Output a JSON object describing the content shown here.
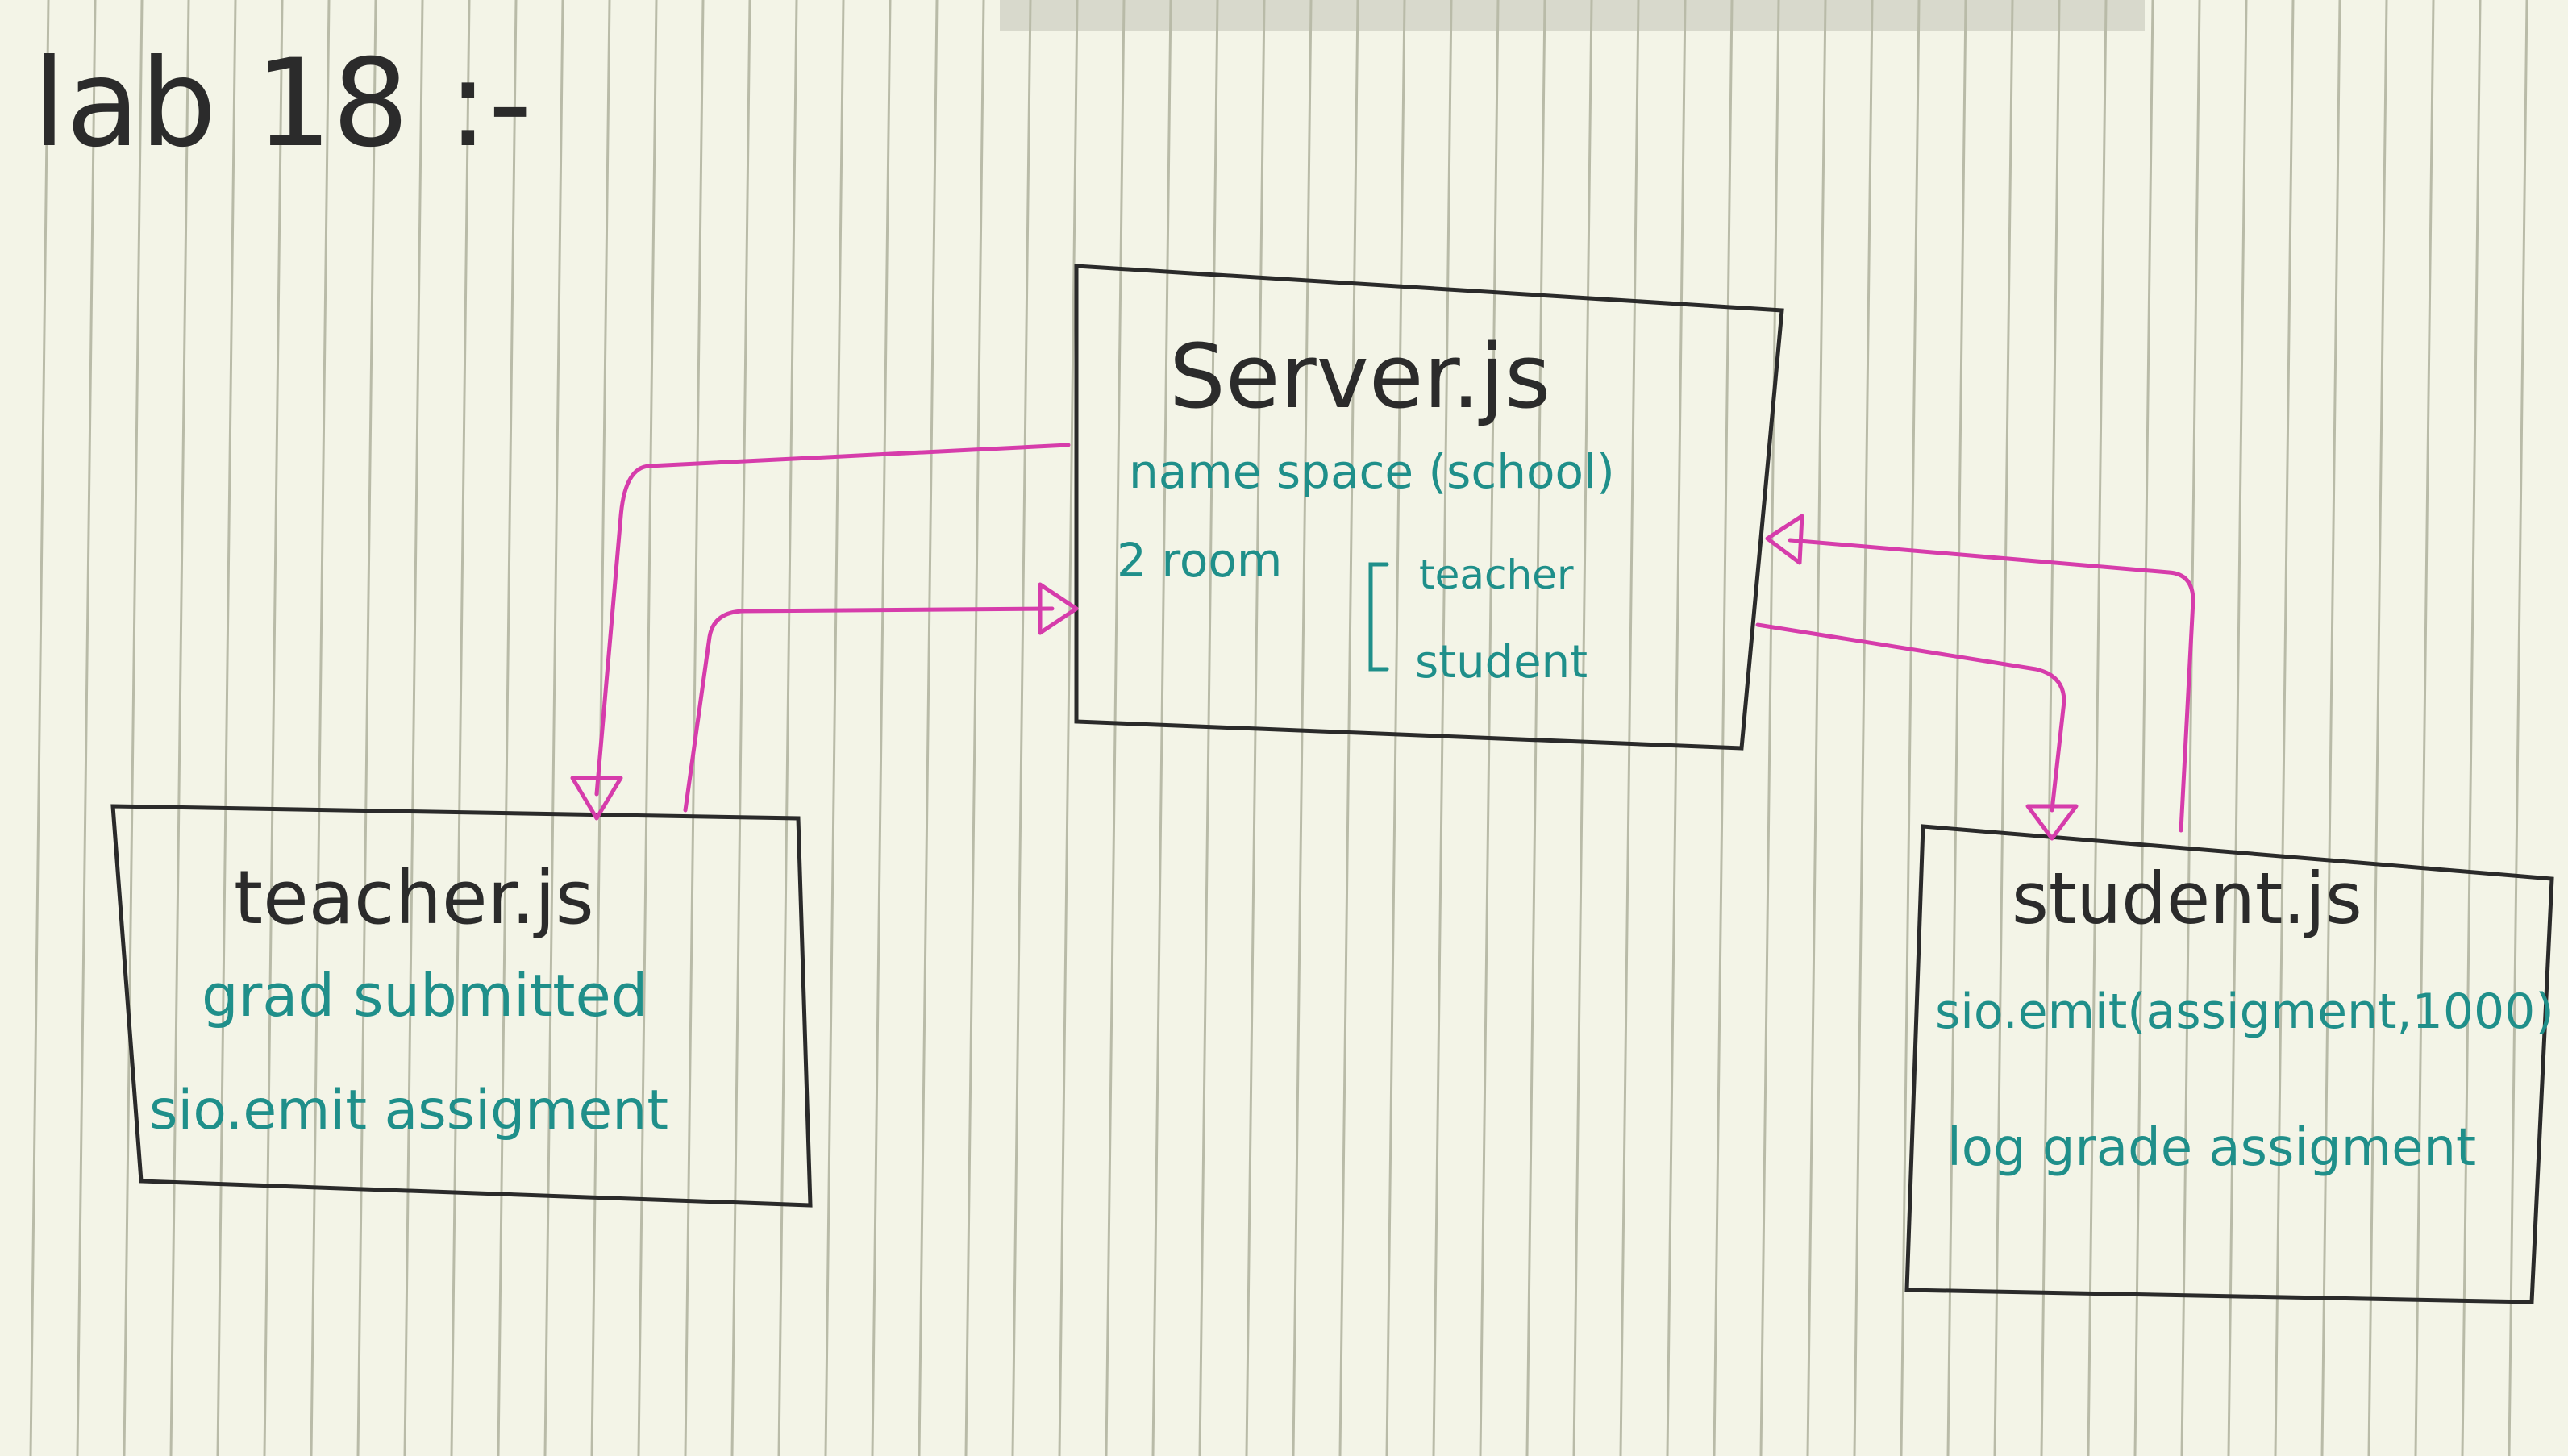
{
  "page_title": "lab 18 :-",
  "nodes": {
    "server": {
      "title": "Server.js",
      "namespace": "name space (school)",
      "rooms_label": "2 room",
      "rooms": [
        "teacher",
        "student"
      ]
    },
    "teacher": {
      "title": "teacher.js",
      "lines": [
        "grad submitted",
        "sio.emit assigment"
      ]
    },
    "student": {
      "title": "student.js",
      "lines": [
        "sio.emit(assigment,1000)",
        "log grade assigment"
      ]
    }
  },
  "colors": {
    "paper": "#f3f4e7",
    "ink_black": "#2a2a2a",
    "ink_teal": "#1f8f8a",
    "ink_magenta": "#d63cab",
    "ruled_line": "#b9bba8"
  }
}
